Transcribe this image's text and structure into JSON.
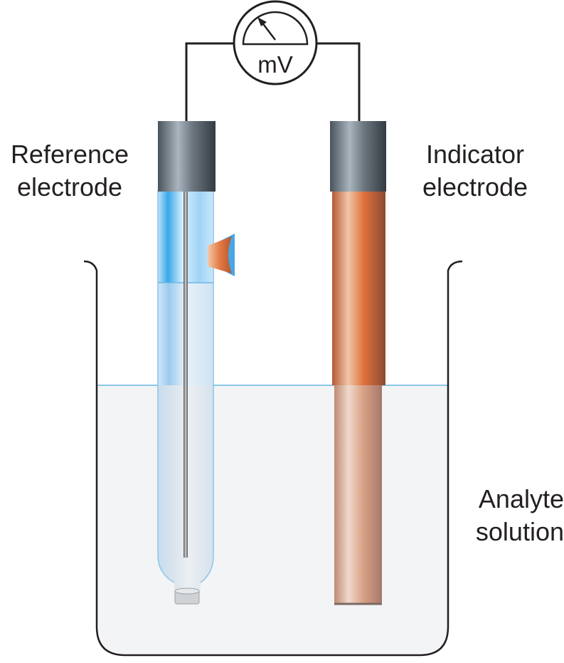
{
  "labels": {
    "reference": [
      "Reference",
      "electrode"
    ],
    "indicator": [
      "Indicator",
      "electrode"
    ],
    "analyte": [
      "Analyte",
      "solution"
    ]
  },
  "meter": {
    "unit": "mV",
    "icon": "voltmeter-icon"
  },
  "colors": {
    "solution": "#f3f4f6",
    "solution_line": "#8cc7e8",
    "cap_dark": "#3f4850",
    "cap_light": "#9aa7b1",
    "glass_blue": "#3aa7e6",
    "copper": "#e0703a",
    "wire": "#231f20"
  }
}
